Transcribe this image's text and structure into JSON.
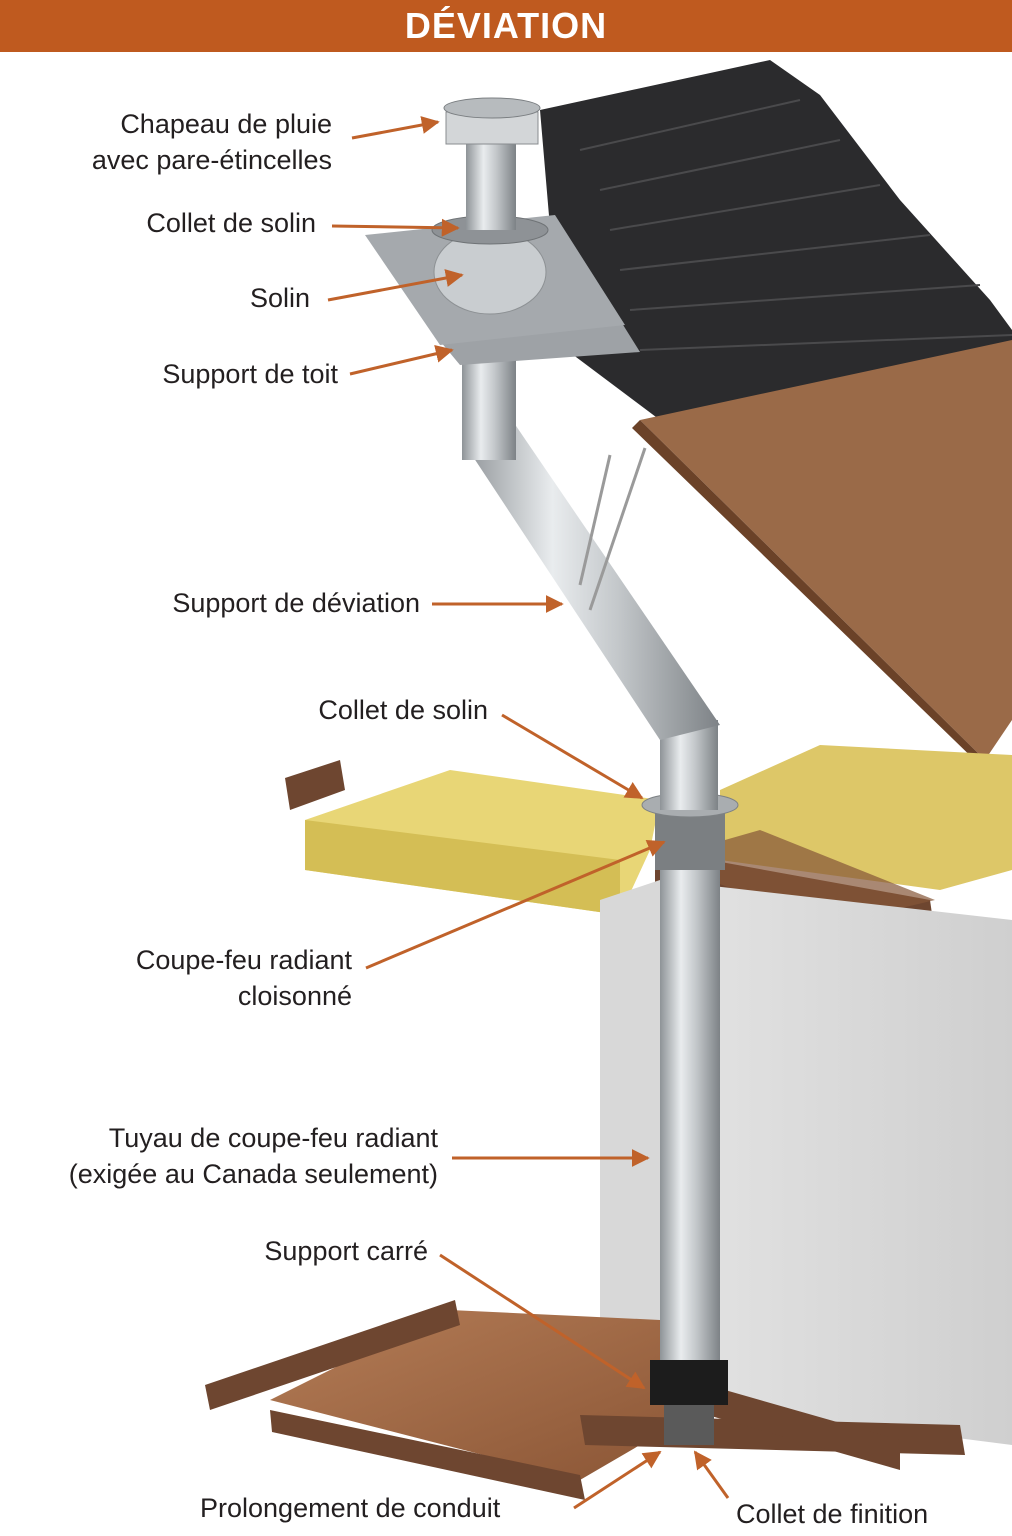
{
  "header": {
    "title": "DÉVIATION"
  },
  "colors": {
    "accent": "#bf5a1f",
    "arrow": "#c0622a",
    "text": "#231f20"
  },
  "labels": {
    "rain_cap_line1": "Chapeau de pluie",
    "rain_cap_line2": "avec pare-étincelles",
    "storm_collar_top": "Collet de solin",
    "flashing": "Solin",
    "roof_support": "Support de toit",
    "offset_support": "Support de déviation",
    "storm_collar_attic": "Collet de solin",
    "firestop_line1": "Coupe-feu radiant",
    "firestop_line2": "cloisonné",
    "shield_line1": "Tuyau de coupe-feu radiant",
    "shield_line2": "(exigée au Canada seulement)",
    "square_support": "Support carré",
    "pipe_extension": "Prolongement de conduit",
    "finishing_collar": "Collet de finition"
  }
}
